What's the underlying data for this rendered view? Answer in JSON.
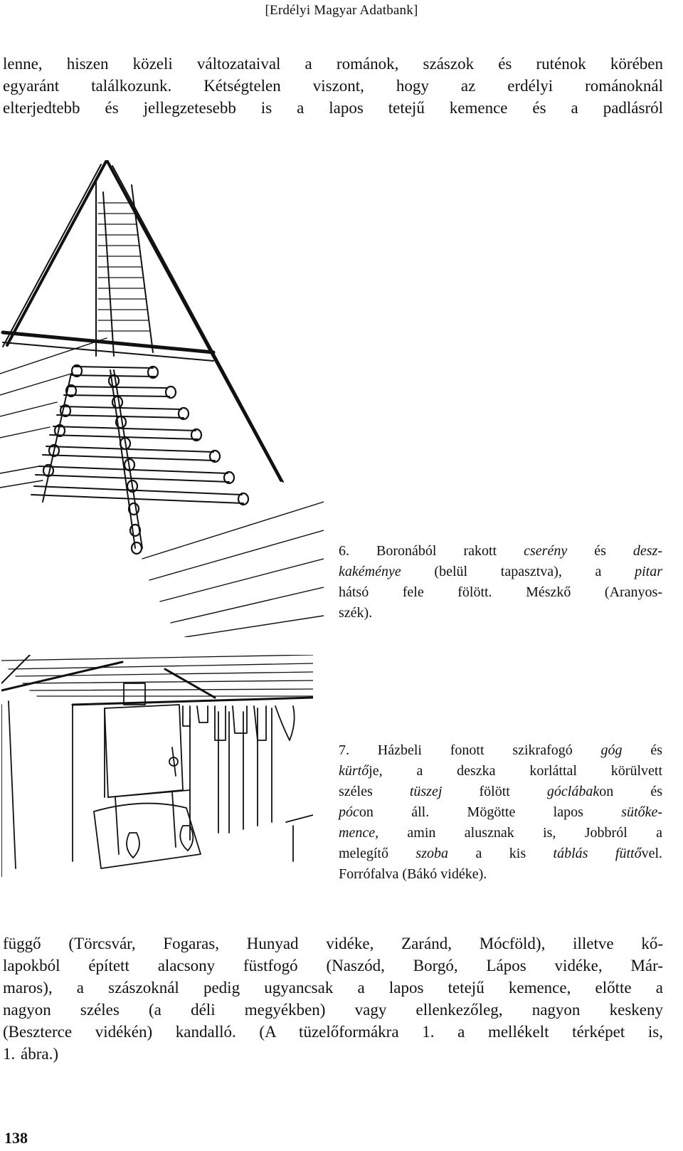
{
  "header": {
    "text": "[Erdélyi Magyar Adatbank]"
  },
  "paragraph_top": {
    "lines": [
      "lenne, hiszen közeli változataival a románok, szászok és ruténok körében",
      "egyaránt találkozunk. Kétségtelen viszont, hogy az erdélyi románoknál",
      "elterjedtebb és jellegzetesebb is a lapos tetejű kemence és a padlásról"
    ]
  },
  "figure6": {
    "caption": {
      "l1a": "6. Boronából rakott ",
      "l1b": "cserény",
      "l1c": " és ",
      "l1d": "desz-",
      "l2a": "kakéménye",
      "l2b": " (belül tapasztva), a ",
      "l2c": "pitar",
      "l3": "hátsó fele fölött. Mészkő (Aranyos-",
      "l4": "szék)."
    }
  },
  "figure7": {
    "caption": {
      "l1a": "7. Házbeli fonott szikrafogó ",
      "l1b": "góg",
      "l1c": " és",
      "l2a": "kürtő",
      "l2b": "je, a deszka korláttal körülvett",
      "l3a": "széles ",
      "l3b": "tüszej",
      "l3c": " fölött ",
      "l3d": "góclábak",
      "l3e": "on és",
      "l4a": "póc",
      "l4b": "on áll. Mögötte lapos ",
      "l4c": "sütőke-",
      "l5a": "mence,",
      "l5b": " amin alusznak is, Jobbról a",
      "l6a": "melegítő ",
      "l6b": "szoba",
      "l6c": " a kis ",
      "l6d": "táblás",
      "l6e": " ",
      "l6f": "füttő",
      "l6g": "vel.",
      "l7": "Forrófalva (Bákó vidéke)."
    }
  },
  "paragraph_bottom": {
    "lines": [
      "függő (Törcsvár, Fogaras, Hunyad vidéke, Zaránd, Mócföld), illetve kő-",
      "lapokból épített alacsony füstfogó (Naszód, Borgó, Lápos vidéke, Már-",
      "maros), a szászoknál pedig ugyancsak a lapos tetejű kemence, előtte a",
      "nagyon széles (a déli megyékben) vagy ellenkezőleg, nagyon keskeny",
      "(Beszterce vidékén) kandalló. (A tüzelőformákra 1. a mellékelt térképet is,",
      "1. ábra.)"
    ]
  },
  "page_number": "138"
}
